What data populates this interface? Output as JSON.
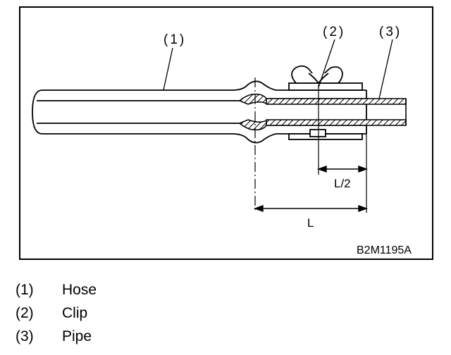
{
  "figure": {
    "callouts": {
      "hose": "(1)",
      "clip": "(2)",
      "pipe": "(3)"
    },
    "dimensions": {
      "half_length": "L/2",
      "length": "L"
    },
    "figure_id": "B2M1195A"
  },
  "legend": [
    {
      "num": "(1)",
      "label": "Hose"
    },
    {
      "num": "(2)",
      "label": "Clip"
    },
    {
      "num": "(3)",
      "label": "Pipe"
    }
  ]
}
